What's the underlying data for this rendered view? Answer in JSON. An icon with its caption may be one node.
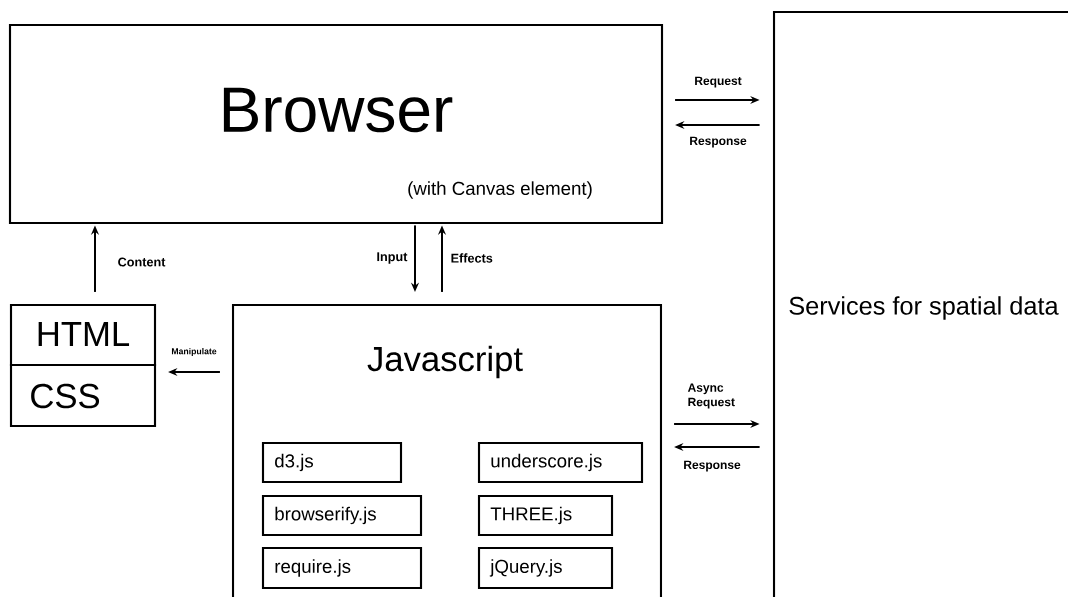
{
  "diagram": {
    "nodes": [
      {
        "text": [
          "Browser",
          "(with Canvas element)"
        ]
      },
      {
        "text": [
          "HTML"
        ]
      },
      {
        "text": [
          "CSS"
        ]
      },
      {
        "text": [
          "Javascript"
        ]
      },
      {
        "text": [
          "d3.js"
        ],
        "in": 3
      },
      {
        "text": [
          "underscore.js"
        ],
        "in": 3
      },
      {
        "text": [
          "browserify.js"
        ],
        "in": 3
      },
      {
        "text": [
          "THREE.js"
        ],
        "in": 3
      },
      {
        "text": [
          "require.js"
        ],
        "in": 3
      },
      {
        "text": [
          "jQuery.js"
        ],
        "in": 3
      },
      {
        "text": [
          "Services for spatial data"
        ]
      }
    ],
    "edges": [
      {
        "from": 1,
        "to": 0,
        "arrow": "to",
        "label": "Content"
      },
      {
        "from": 0,
        "to": 3,
        "arrow": "to",
        "label": "Input"
      },
      {
        "from": 3,
        "to": 0,
        "arrow": "to",
        "label": "Effects"
      },
      {
        "from": 3,
        "to": 2,
        "arrow": "to",
        "label": "Manipulate"
      },
      {
        "from": 0,
        "to": 10,
        "arrow": "to",
        "label": "Request"
      },
      {
        "from": 10,
        "to": 0,
        "arrow": "to",
        "label": "Response"
      },
      {
        "from": 3,
        "to": 10,
        "arrow": "to",
        "label": "Async Request"
      },
      {
        "from": 10,
        "to": 3,
        "arrow": "to",
        "label": "Response"
      }
    ]
  }
}
